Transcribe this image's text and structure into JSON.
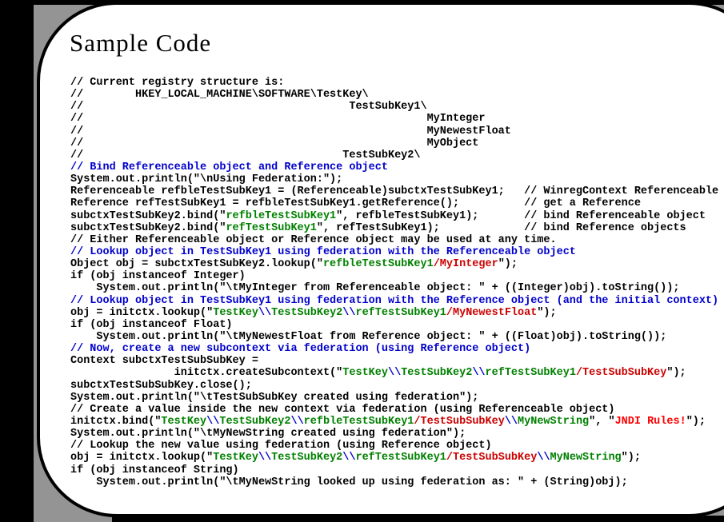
{
  "title": "Sample Code",
  "colors": {
    "k": "#000000",
    "b": "#0000CC",
    "g": "#008000",
    "r": "#CC0000",
    "R": "#FF0000",
    "slide_gray": "#949494",
    "frame_black": "#000000",
    "bubble_white": "#FFFFFF"
  },
  "code": {
    "lines": [
      {
        "segments": [
          {
            "t": "// Current registry structure is:",
            "c": "k"
          }
        ]
      },
      {
        "segments": [
          {
            "t": "//        HKEY_LOCAL_MACHINE\\SOFTWARE\\TestKey\\",
            "c": "k"
          }
        ]
      },
      {
        "segments": [
          {
            "t": "//                                         TestSubKey1\\",
            "c": "k"
          }
        ]
      },
      {
        "segments": [
          {
            "t": "//                                                     MyInteger",
            "c": "k"
          }
        ]
      },
      {
        "segments": [
          {
            "t": "//                                                     MyNewestFloat",
            "c": "k"
          }
        ]
      },
      {
        "segments": [
          {
            "t": "//                                                     MyObject",
            "c": "k"
          }
        ]
      },
      {
        "segments": [
          {
            "t": "//                                        TestSubKey2\\",
            "c": "k"
          }
        ]
      },
      {
        "segments": [
          {
            "t": "// Bind Referenceable object and Reference object",
            "c": "b"
          }
        ]
      },
      {
        "segments": [
          {
            "t": "System.out.println(\"\\nUsing Federation:\");",
            "c": "k"
          }
        ]
      },
      {
        "segments": [
          {
            "t": "Referenceable refbleTestSubKey1 = (Referenceable)subctxTestSubKey1;   // WinregContext Referenceable",
            "c": "k"
          }
        ]
      },
      {
        "segments": [
          {
            "t": "Reference refTestSubKey1 = refbleTestSubKey1.getReference();          // get a Reference",
            "c": "k"
          }
        ]
      },
      {
        "segments": [
          {
            "t": "subctxTestSubKey2.bind(\"",
            "c": "k"
          },
          {
            "t": "refbleTestSubKey1",
            "c": "g"
          },
          {
            "t": "\", refbleTestSubKey1);       // bind Referenceable object",
            "c": "k"
          }
        ]
      },
      {
        "segments": [
          {
            "t": "subctxTestSubKey2.bind(\"",
            "c": "k"
          },
          {
            "t": "refTestSubKey1",
            "c": "g"
          },
          {
            "t": "\", refTestSubKey1);             // bind Reference objects",
            "c": "k"
          }
        ]
      },
      {
        "segments": [
          {
            "t": "// Either Referenceable object or Reference object may be used at any time.",
            "c": "k"
          }
        ]
      },
      {
        "segments": [
          {
            "t": "// Lookup object in TestSubKey1 using federation with the Referenceable object",
            "c": "b"
          }
        ]
      },
      {
        "segments": [
          {
            "t": "Object obj = subctxTestSubKey2.lookup(\"",
            "c": "k"
          },
          {
            "t": "refbleTestSubKey1",
            "c": "g"
          },
          {
            "t": "/MyInteger",
            "c": "r"
          },
          {
            "t": "\");",
            "c": "k"
          }
        ]
      },
      {
        "segments": [
          {
            "t": "if (obj instanceof Integer)",
            "c": "k"
          }
        ]
      },
      {
        "segments": [
          {
            "t": "    System.out.println(\"\\tMyInteger from Referenceable object: \" + ((Integer)obj).toString());",
            "c": "k"
          }
        ]
      },
      {
        "segments": [
          {
            "t": "// Lookup object in TestSubKey1 using federation with the Reference object (and the initial context)",
            "c": "b"
          }
        ]
      },
      {
        "segments": [
          {
            "t": "obj = initctx.lookup(\"",
            "c": "k"
          },
          {
            "t": "TestKey",
            "c": "g"
          },
          {
            "t": "\\\\",
            "c": "b"
          },
          {
            "t": "TestSubKey2",
            "c": "g"
          },
          {
            "t": "\\\\",
            "c": "b"
          },
          {
            "t": "refTestSubKey1",
            "c": "g"
          },
          {
            "t": "/MyNewestFloat",
            "c": "r"
          },
          {
            "t": "\");",
            "c": "k"
          }
        ]
      },
      {
        "segments": [
          {
            "t": "if (obj instanceof Float)",
            "c": "k"
          }
        ]
      },
      {
        "segments": [
          {
            "t": "    System.out.println(\"\\tMyNewestFloat from Reference object: \" + ((Float)obj).toString());",
            "c": "k"
          }
        ]
      },
      {
        "segments": [
          {
            "t": "// Now, create a new subcontext via federation (using Reference object)",
            "c": "b"
          }
        ]
      },
      {
        "segments": [
          {
            "t": "Context subctxTestSubSubKey =",
            "c": "k"
          }
        ]
      },
      {
        "segments": [
          {
            "t": "                initctx.createSubcontext(\"",
            "c": "k"
          },
          {
            "t": "TestKey",
            "c": "g"
          },
          {
            "t": "\\\\",
            "c": "b"
          },
          {
            "t": "TestSubKey2",
            "c": "g"
          },
          {
            "t": "\\\\",
            "c": "b"
          },
          {
            "t": "refTestSubKey1",
            "c": "g"
          },
          {
            "t": "/TestSubSubKey",
            "c": "r"
          },
          {
            "t": "\");",
            "c": "k"
          }
        ]
      },
      {
        "segments": [
          {
            "t": "subctxTestSubSubKey.close();",
            "c": "k"
          }
        ]
      },
      {
        "segments": [
          {
            "t": "System.out.println(\"\\tTestSubSubKey created using federation\");",
            "c": "k"
          }
        ]
      },
      {
        "segments": [
          {
            "t": "// Create a value inside the new context via federation (using Referenceable object)",
            "c": "k"
          }
        ]
      },
      {
        "segments": [
          {
            "t": "initctx.bind(\"",
            "c": "k"
          },
          {
            "t": "TestKey",
            "c": "g"
          },
          {
            "t": "\\\\",
            "c": "b"
          },
          {
            "t": "TestSubKey2",
            "c": "g"
          },
          {
            "t": "\\\\",
            "c": "b"
          },
          {
            "t": "refbleTestSubKey1",
            "c": "g"
          },
          {
            "t": "/TestSubSubKey",
            "c": "r"
          },
          {
            "t": "\\\\",
            "c": "b"
          },
          {
            "t": "MyNewString",
            "c": "g"
          },
          {
            "t": "\", \"",
            "c": "k"
          },
          {
            "t": "JNDI Rules!",
            "c": "R"
          },
          {
            "t": "\");",
            "c": "k"
          }
        ]
      },
      {
        "segments": [
          {
            "t": "System.out.println(\"\\tMyNewString created using federation\");",
            "c": "k"
          }
        ]
      },
      {
        "segments": [
          {
            "t": "// Lookup the new value using federation (using Reference object)",
            "c": "k"
          }
        ]
      },
      {
        "segments": [
          {
            "t": "obj = initctx.lookup(\"",
            "c": "k"
          },
          {
            "t": "TestKey",
            "c": "g"
          },
          {
            "t": "\\\\",
            "c": "b"
          },
          {
            "t": "TestSubKey2",
            "c": "g"
          },
          {
            "t": "\\\\",
            "c": "b"
          },
          {
            "t": "refTestSubKey1",
            "c": "g"
          },
          {
            "t": "/TestSubSubKey",
            "c": "r"
          },
          {
            "t": "\\\\",
            "c": "b"
          },
          {
            "t": "MyNewString",
            "c": "g"
          },
          {
            "t": "\");",
            "c": "k"
          }
        ]
      },
      {
        "segments": [
          {
            "t": "if (obj instanceof String)",
            "c": "k"
          }
        ]
      },
      {
        "segments": [
          {
            "t": "    System.out.println(\"\\tMyNewString looked up using federation as: \" + (String)obj);",
            "c": "k"
          }
        ]
      }
    ]
  }
}
